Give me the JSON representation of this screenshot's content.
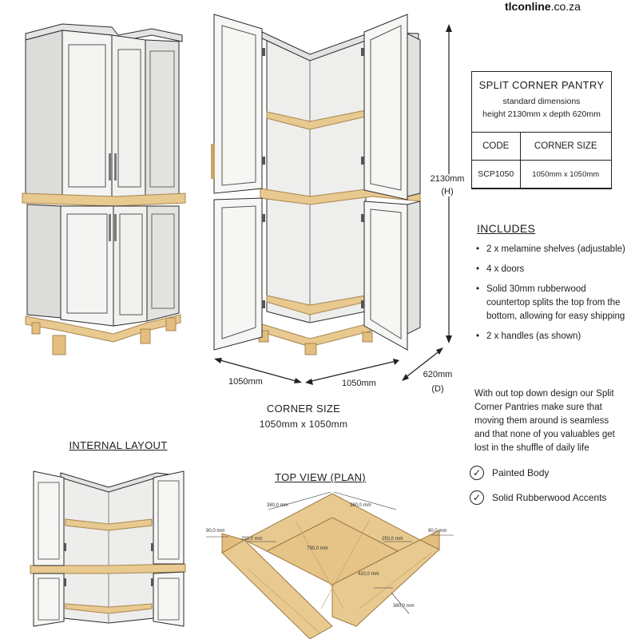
{
  "brand": {
    "bold": "tlconline",
    "light": ".co.za"
  },
  "spec": {
    "title": "SPLIT CORNER PANTRY",
    "subtitle": "standard dimensions",
    "dims": "height 2130mm x depth 620mm",
    "col_code": "CODE",
    "col_size": "CORNER SIZE",
    "code_value": "SCP1050",
    "size_value": "1050mm x 1050mm"
  },
  "dimensions": {
    "height_value": "2130mm",
    "height_tag": "(H)",
    "depth_value": "620mm",
    "depth_tag": "(D)",
    "width_left": "1050mm",
    "width_right": "1050mm"
  },
  "corner_size": {
    "label": "CORNER SIZE",
    "value": "1050mm x 1050mm"
  },
  "includes": {
    "heading": "INCLUDES",
    "items": [
      "2 x melamine shelves (adjustable)",
      "4 x doors",
      "Solid 30mm rubberwood countertop splits the top from the bottom, allowing for easy shipping",
      "2 x handles (as shown)"
    ],
    "blurb": "With out top down design our Split Corner Pantries make sure that moving them around is seamless and that none of you valuables get lost in the shuffle of daily life"
  },
  "features": [
    "Painted Body",
    "Solid Rubberwood Accents"
  ],
  "internal_layout": {
    "label": "INTERNAL LAYOUT"
  },
  "top_view": {
    "label": "TOP VIEW (PLAN)",
    "dims": {
      "top_left": "380,0 mm",
      "top_right": "380,0 mm",
      "side_left": "90,0 mm",
      "side_right": "90,0 mm",
      "inner_left": "250,0 mm",
      "inner_right": "250,0 mm",
      "diagonal": "790,0 mm",
      "inner_depth": "410,0 mm",
      "bottom": "380,0 mm"
    }
  },
  "colors": {
    "wood": "#e8c98f",
    "wood_dark": "#c9a266",
    "body": "#f2f2f0",
    "line": "#2a2a2a"
  }
}
